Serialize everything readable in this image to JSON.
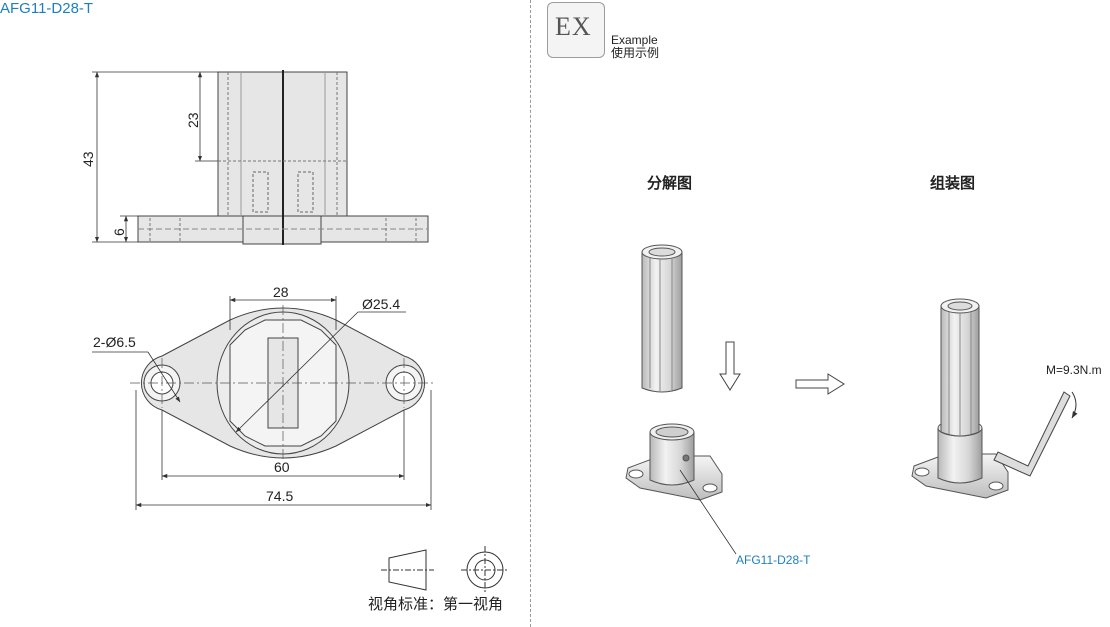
{
  "part_number": "AFG11-D28-T",
  "example": {
    "badge": "EX",
    "caption_en": "Example",
    "caption_cn": "使用示例"
  },
  "headings": {
    "exploded": "分解图",
    "assembled": "组装图"
  },
  "dimensions": {
    "total_height": "43",
    "socket_height": "23",
    "base_thickness": "6",
    "flat_width": "28",
    "bore_diameter": "Ø25.4",
    "holes": "2-Ø6.5",
    "hole_pitch": "60",
    "overall_length": "74.5"
  },
  "torque": "M=9.3N.m",
  "callout_label": "AFG11-D28-T",
  "view_standard": "视角标准：第一视角"
}
